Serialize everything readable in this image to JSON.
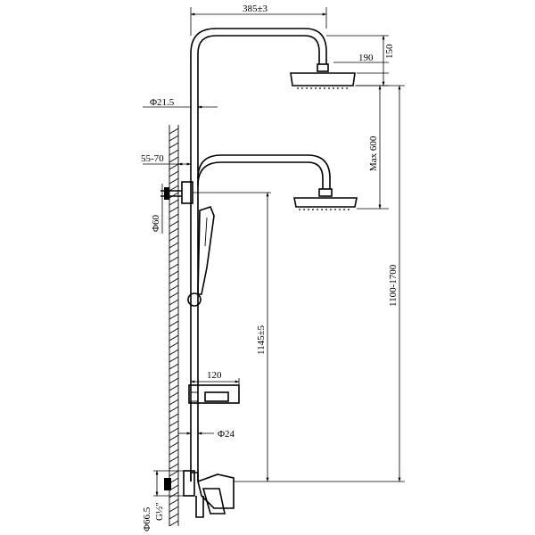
{
  "dimensions": {
    "top_width": "385±3",
    "head_diameter": "190",
    "head_height": "150",
    "pipe_diameter": "Φ21.5",
    "max_height": "Max 600",
    "wall_distance": "55-70",
    "diameter_60": "Φ60",
    "total_height": "1100-1700",
    "outlet_height": "1145±5",
    "shelf_width": "120",
    "hose_diameter": "Φ24",
    "escutcheon_diameter": "Φ66.5",
    "thread": "G½\""
  }
}
